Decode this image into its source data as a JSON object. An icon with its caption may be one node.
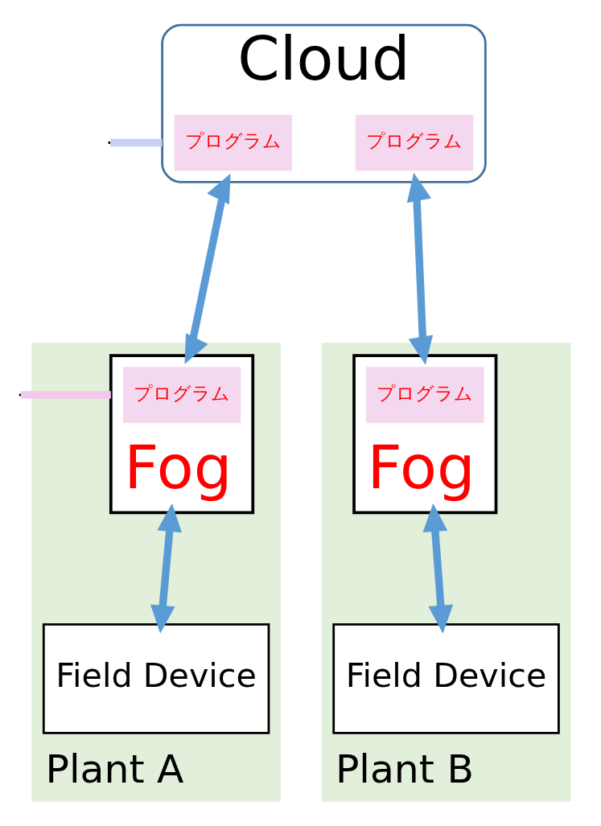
{
  "diagram": {
    "nodes": [
      {
        "text": [
          "Cloud"
        ]
      },
      {
        "text": [
          "プログラム"
        ],
        "in": 0
      },
      {
        "text": [
          "プログラム"
        ],
        "in": 0
      },
      {
        "text": [
          "Plant A"
        ]
      },
      {
        "text": [
          "Fog"
        ],
        "in": 3
      },
      {
        "text": [
          "プログラム"
        ],
        "in": 4
      },
      {
        "text": [
          "Field Device"
        ],
        "in": 3
      },
      {
        "text": [
          "Plant B"
        ]
      },
      {
        "text": [
          "Fog"
        ],
        "in": 7
      },
      {
        "text": [
          "プログラム"
        ],
        "in": 8
      },
      {
        "text": [
          "Field Device"
        ],
        "in": 7
      }
    ],
    "edges": [
      {
        "from": null,
        "to": 0,
        "arrow": "none",
        "color": "#c9cff7"
      },
      {
        "from": null,
        "to": 4,
        "arrow": "none",
        "color": "#f2c9ec"
      },
      {
        "from": 0,
        "to": 4,
        "arrow": "both"
      },
      {
        "from": 0,
        "to": 8,
        "arrow": "both"
      },
      {
        "from": 4,
        "to": 6,
        "arrow": "both"
      },
      {
        "from": 8,
        "to": 10,
        "arrow": "both"
      }
    ]
  }
}
